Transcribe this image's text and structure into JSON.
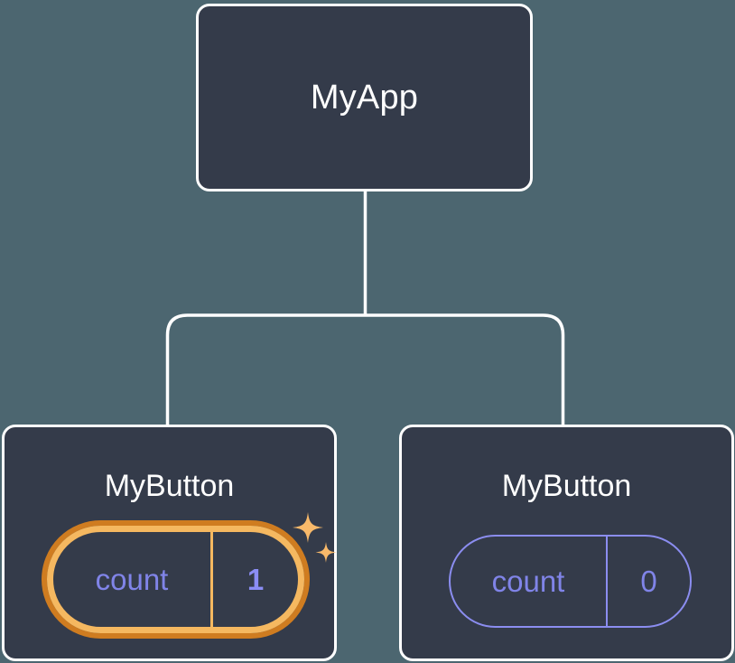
{
  "diagram": {
    "type": "component-tree",
    "background_color": "#4c6670",
    "node_fill_color": "#343b4a",
    "node_border_color": "#ffffff",
    "connector_color": "#ffffff",
    "state_text_color": "#8084e8",
    "highlight_outer_color": "#cf7c20",
    "highlight_inner_color": "#f5b860",
    "sparkle_color": "#f8b96a"
  },
  "root": {
    "label": "MyApp"
  },
  "children": [
    {
      "label": "MyButton",
      "highlighted": true,
      "state": {
        "key": "count",
        "value": "1"
      },
      "sparkle_large": "sparkle-star-large",
      "sparkle_small": "sparkle-star-small"
    },
    {
      "label": "MyButton",
      "highlighted": false,
      "state": {
        "key": "count",
        "value": "0"
      }
    }
  ]
}
